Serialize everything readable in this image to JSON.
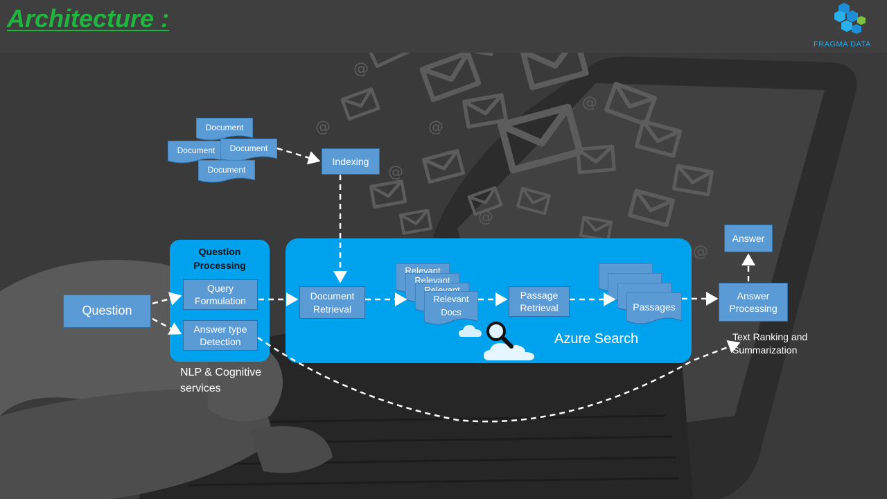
{
  "header": {
    "title": "Architecture :",
    "logo_text": "FRAGMA DATA"
  },
  "colors": {
    "box_fill": "#5b9bd5",
    "box_border": "#2e6fa8",
    "azure_panel": "#00a2ed",
    "title_green": "#1fb53f",
    "arrow": "#ffffff",
    "background": "#3b3b3b"
  },
  "icons": [
    "envelope-icon",
    "at-sign-icon",
    "cloud-icon",
    "magnifier-icon",
    "hexagon-logo-icon"
  ],
  "documents": [
    "Document",
    "Document",
    "Document",
    "Document"
  ],
  "nodes": {
    "indexing": "Indexing",
    "question": "Question",
    "question_processing_title": "Question Processing",
    "query_formulation": "Query Formulation",
    "answer_type_detection": "Answer type Detection",
    "document_retrieval": "Document Retrieval",
    "relevant_back": [
      "Relevant",
      "Relevant",
      "Relevant"
    ],
    "relevant_docs": "Relevant Docs",
    "passage_retrieval": "Passage Retrieval",
    "passages": "Passages",
    "answer_processing": "Answer Processing",
    "answer": "Answer"
  },
  "labels": {
    "azure_search": "Azure Search",
    "nlp": "NLP & Cognitive services",
    "text_ranking": "Text Ranking and Summarization"
  }
}
